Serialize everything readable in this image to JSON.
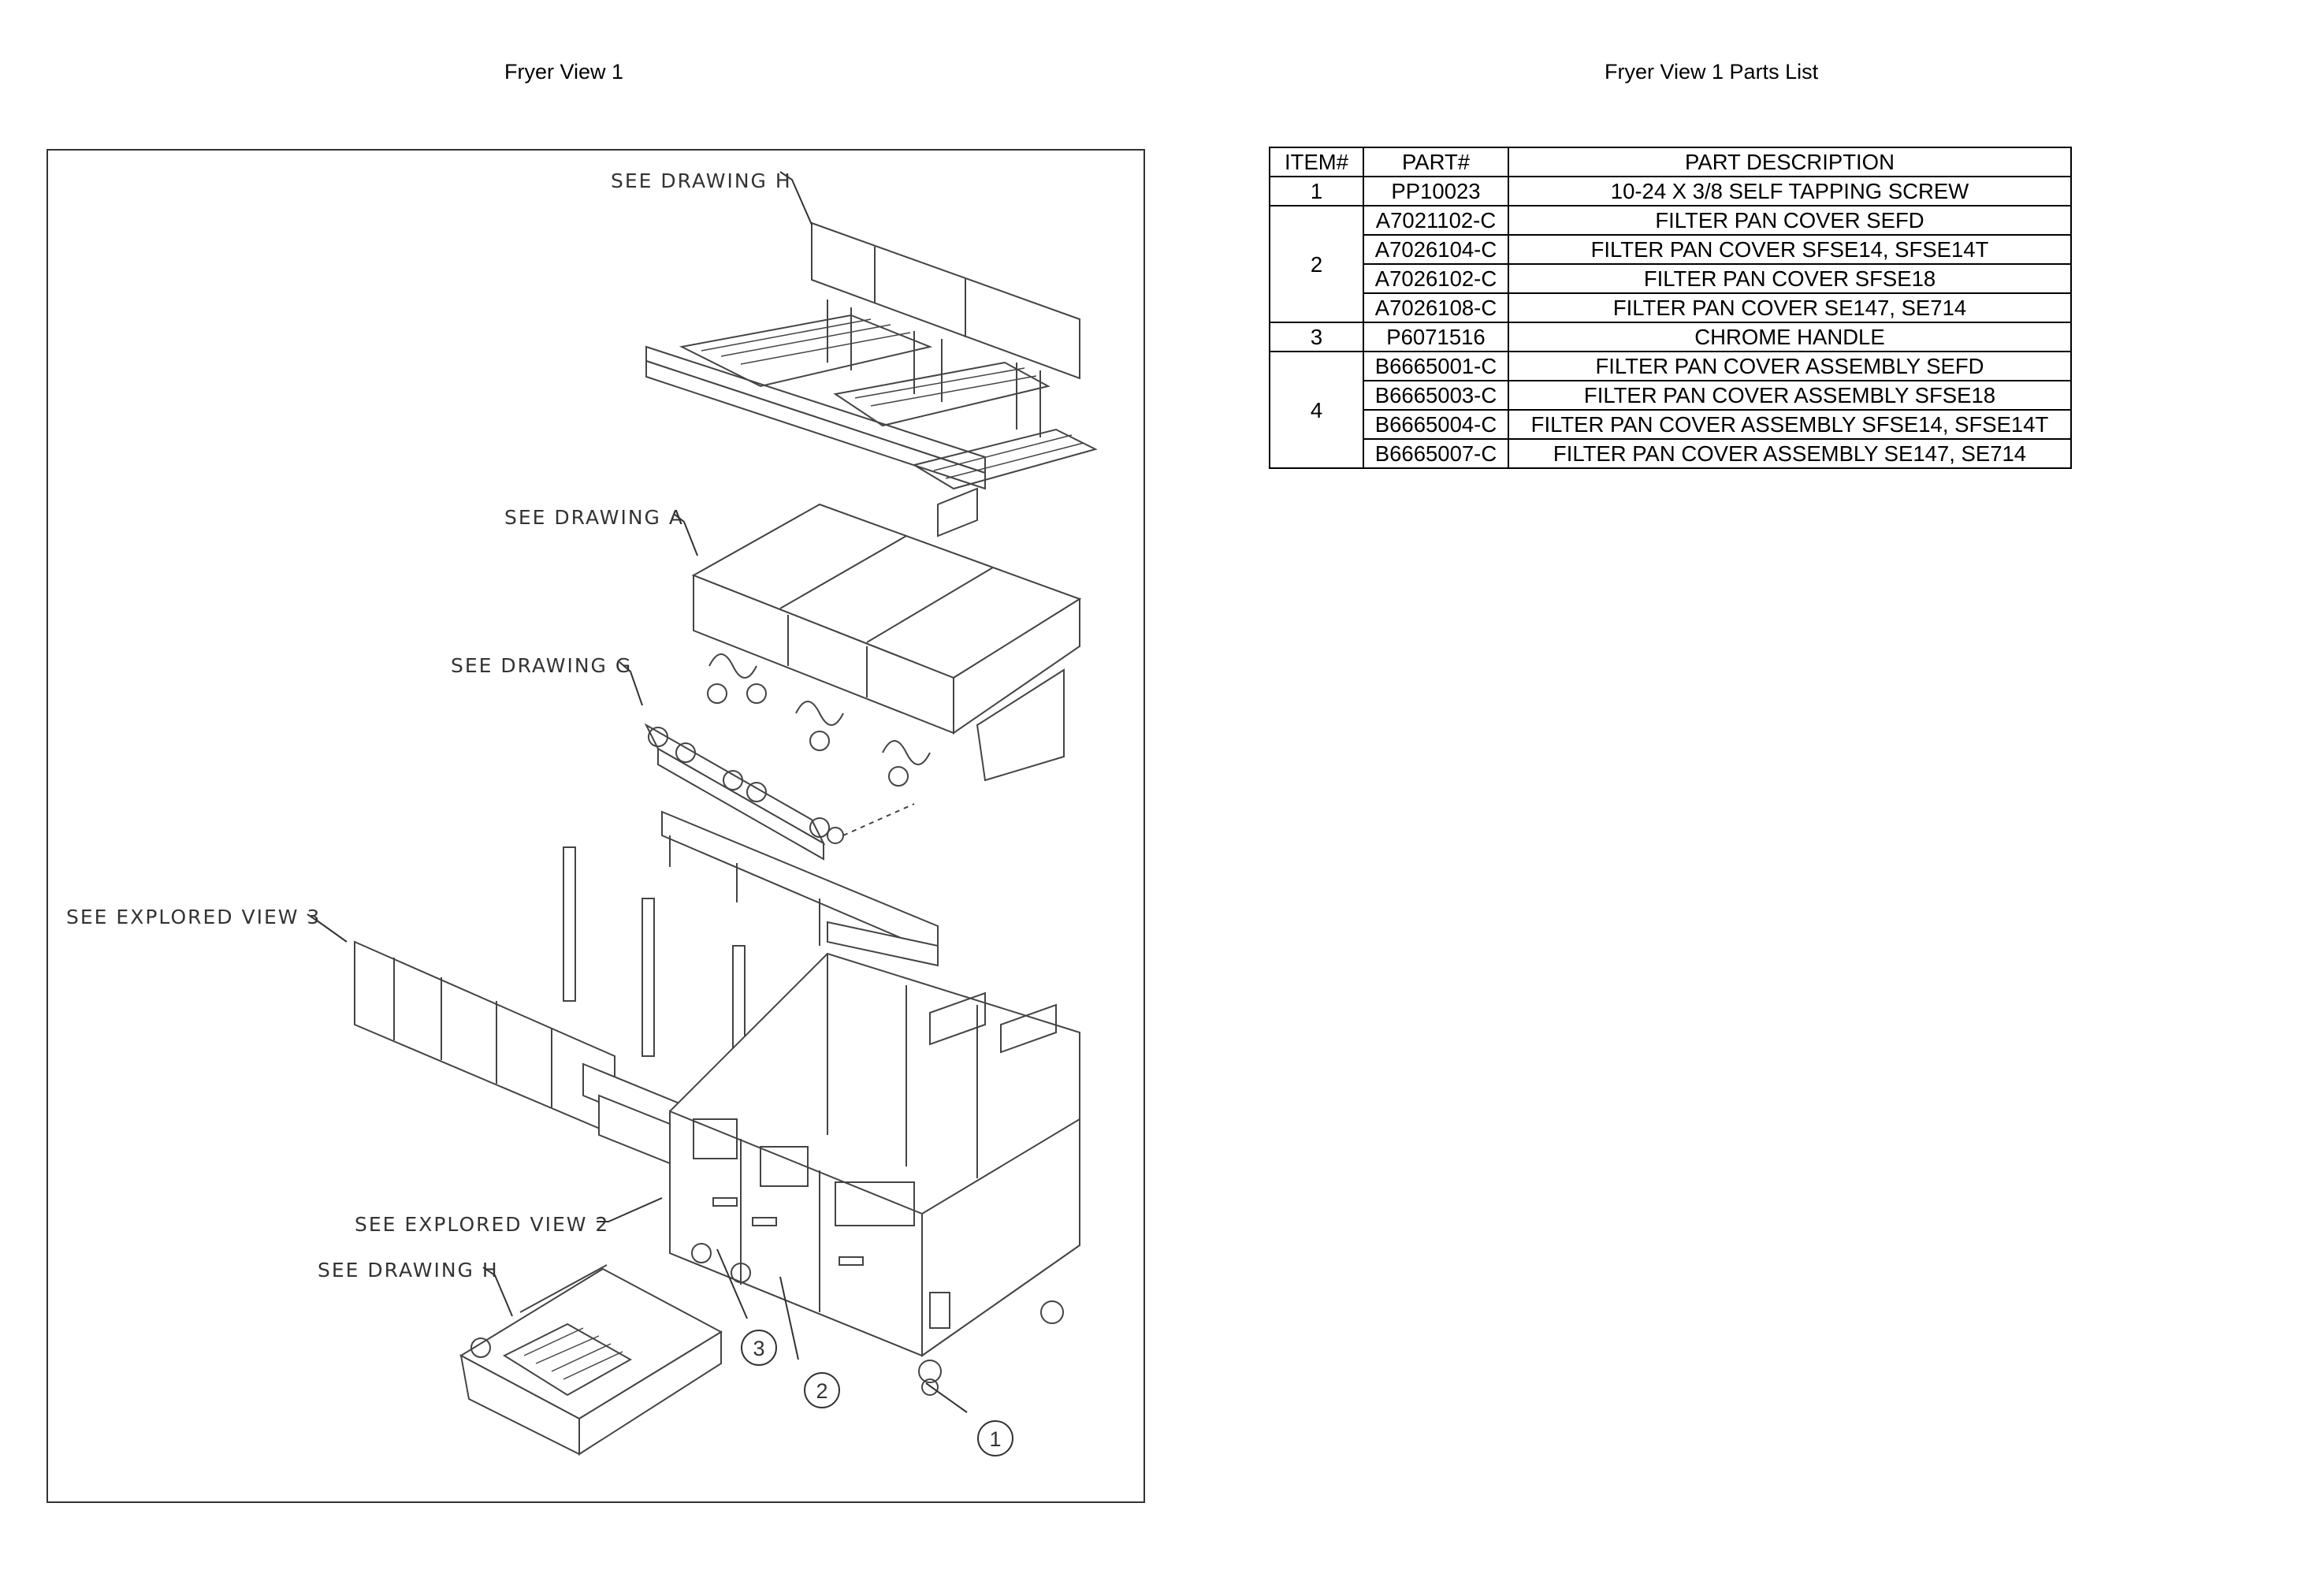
{
  "page": {
    "left_title": "Fryer View 1",
    "right_title": "Fryer View 1 Parts List"
  },
  "drawing": {
    "callouts": [
      "SEE DRAWING H",
      "SEE DRAWING A",
      "SEE DRAWING G",
      "SEE EXPLORED VIEW 3",
      "SEE EXPLORED VIEW 2",
      "SEE DRAWING H"
    ],
    "balloons": [
      "3",
      "2",
      "1"
    ]
  },
  "parts_table": {
    "headers": [
      "ITEM#",
      "PART#",
      "PART DESCRIPTION"
    ],
    "items": [
      {
        "item": "1",
        "parts": [
          {
            "part": "PP10023",
            "description": "10-24 X 3/8 SELF TAPPING SCREW"
          }
        ]
      },
      {
        "item": "2",
        "parts": [
          {
            "part": "A7021102-C",
            "description": "FILTER PAN COVER SEFD"
          },
          {
            "part": "A7026104-C",
            "description": "FILTER PAN COVER SFSE14, SFSE14T"
          },
          {
            "part": "A7026102-C",
            "description": "FILTER PAN COVER SFSE18"
          },
          {
            "part": "A7026108-C",
            "description": "FILTER PAN COVER SE147, SE714"
          }
        ]
      },
      {
        "item": "3",
        "parts": [
          {
            "part": "P6071516",
            "description": "CHROME HANDLE"
          }
        ]
      },
      {
        "item": "4",
        "parts": [
          {
            "part": "B6665001-C",
            "description": "FILTER PAN COVER ASSEMBLY SEFD"
          },
          {
            "part": "B6665003-C",
            "description": "FILTER PAN COVER ASSEMBLY SFSE18"
          },
          {
            "part": "B6665004-C",
            "description": "FILTER PAN COVER ASSEMBLY SFSE14, SFSE14T"
          },
          {
            "part": "B6665007-C",
            "description": "FILTER PAN COVER ASSEMBLY SE147, SE714"
          }
        ]
      }
    ]
  }
}
